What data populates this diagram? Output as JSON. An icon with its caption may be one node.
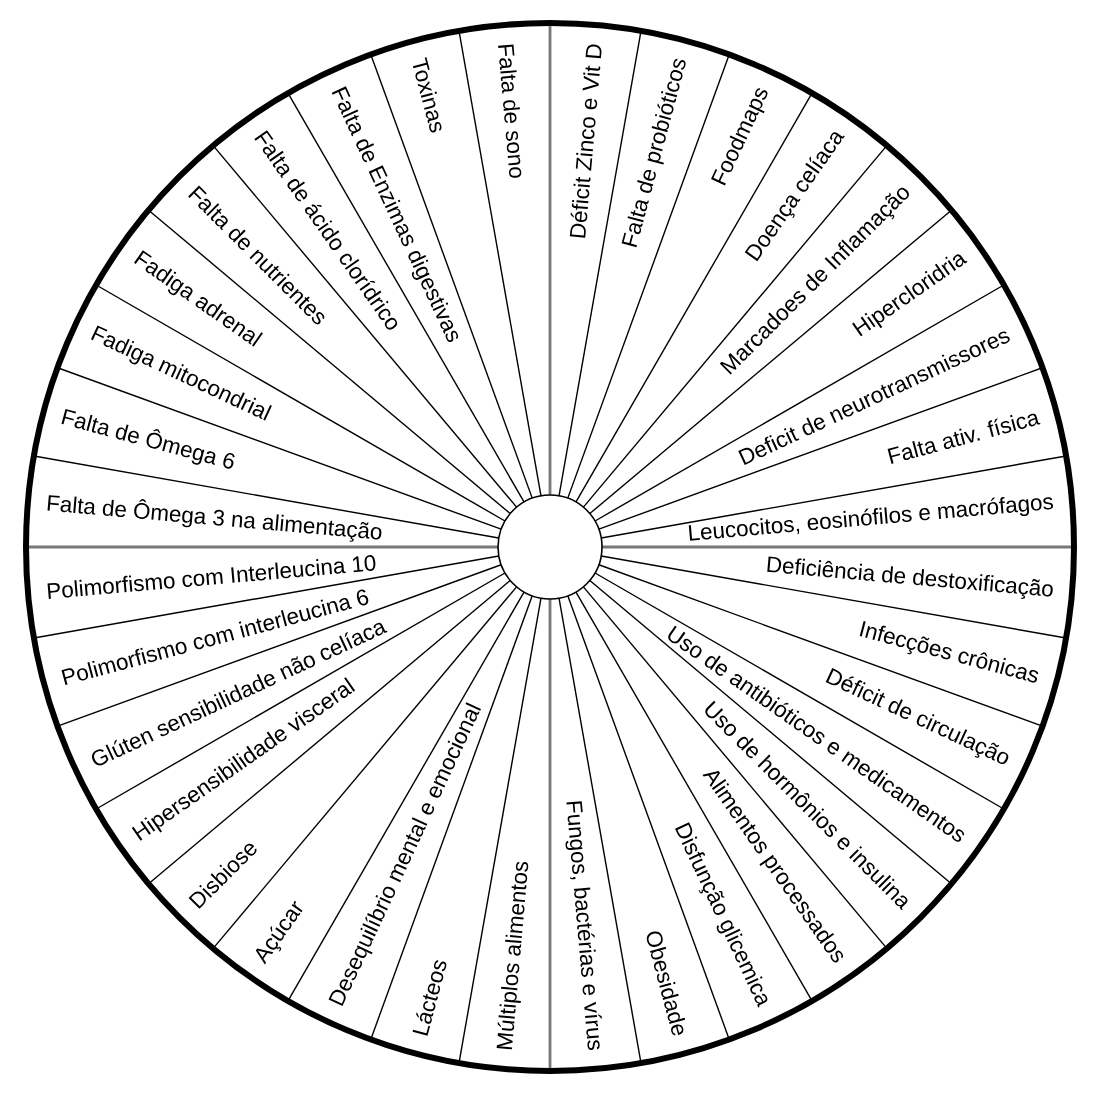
{
  "diagram": {
    "nodes": [
      {
        "text": [
          "Déficit Zinco e Vit D"
        ]
      },
      {
        "text": [
          "Falta de probióticos"
        ]
      },
      {
        "text": [
          "Foodmaps"
        ]
      },
      {
        "text": [
          "Doença celíaca"
        ]
      },
      {
        "text": [
          "Marcadoes de Inflamação"
        ]
      },
      {
        "text": [
          "Hipercloridria"
        ]
      },
      {
        "text": [
          "Deficit de neurotransmissores"
        ]
      },
      {
        "text": [
          "Falta ativ. física"
        ]
      },
      {
        "text": [
          "Leucocitos, eosinófilos e macrófagos"
        ]
      },
      {
        "text": [
          "Deficiência de destoxificação"
        ]
      },
      {
        "text": [
          "Infecções crônicas"
        ]
      },
      {
        "text": [
          "Déficit de circulação"
        ]
      },
      {
        "text": [
          "Uso de antibióticos e medicamentos"
        ]
      },
      {
        "text": [
          "Uso de hormônios e insulina"
        ]
      },
      {
        "text": [
          "Alimentos processados"
        ]
      },
      {
        "text": [
          "Disfunção glicemica"
        ]
      },
      {
        "text": [
          "Obesidade"
        ]
      },
      {
        "text": [
          "Fungos, bactérias e vírus"
        ]
      },
      {
        "text": [
          "Múltiplos alimentos"
        ]
      },
      {
        "text": [
          "Lácteos"
        ]
      },
      {
        "text": [
          "Desequilíbrio mental e emocional"
        ]
      },
      {
        "text": [
          "Açúcar"
        ]
      },
      {
        "text": [
          "Disbiose"
        ]
      },
      {
        "text": [
          "Hipersensibilidade visceral"
        ]
      },
      {
        "text": [
          "Glúten sensibilidade não celíaca"
        ]
      },
      {
        "text": [
          "Polimorfismo com interleucina 6"
        ]
      },
      {
        "text": [
          "Polimorfismo com Interleucina 10"
        ]
      },
      {
        "text": [
          "Falta de Ômega 3 na alimentação"
        ]
      },
      {
        "text": [
          "Falta de Ômega 6"
        ]
      },
      {
        "text": [
          "Fadiga mitocondrial"
        ]
      },
      {
        "text": [
          "Fadiga adrenal"
        ]
      },
      {
        "text": [
          "Falta de nutrientes"
        ]
      },
      {
        "text": [
          "Falta de ácido clorídrico"
        ]
      },
      {
        "text": [
          "Falta de Enzimas digestivas"
        ]
      },
      {
        "text": [
          "Toxinas"
        ]
      },
      {
        "text": [
          "Falta de sono"
        ]
      }
    ]
  }
}
